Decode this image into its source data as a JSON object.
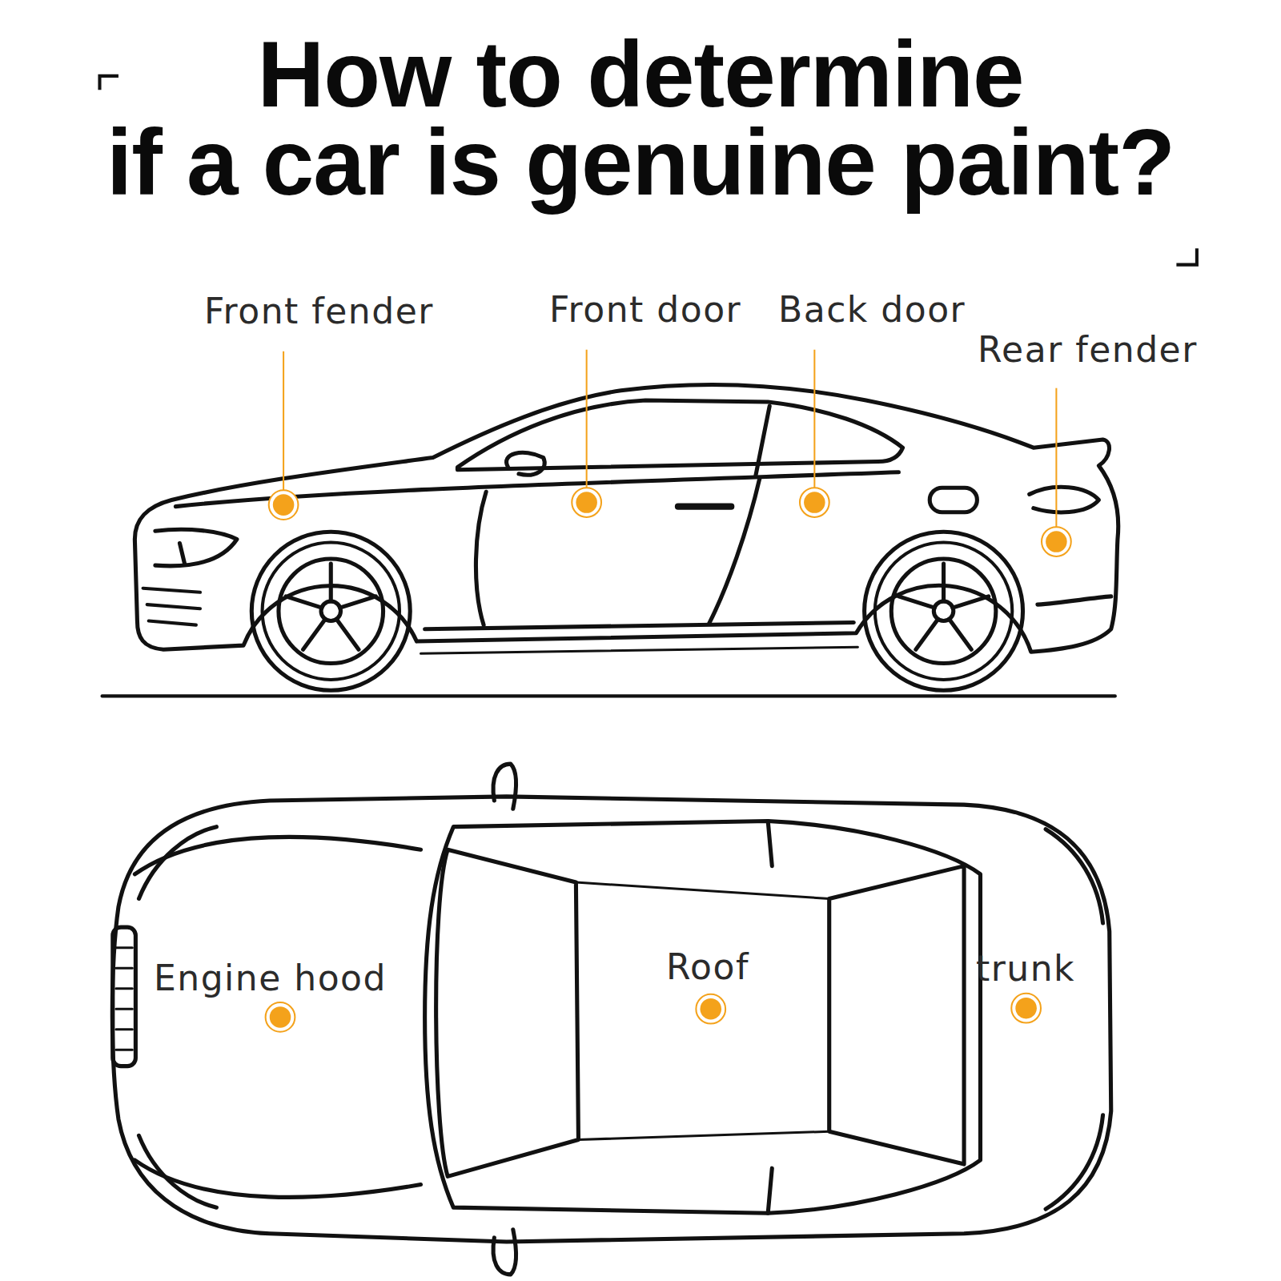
{
  "diagram": {
    "title": "How to determine if a car is genuine paint?",
    "labels": [
      "Front fender",
      "Front door",
      "Back door",
      "Rear fender",
      "Engine hood",
      "Roof",
      "trunk"
    ]
  }
}
